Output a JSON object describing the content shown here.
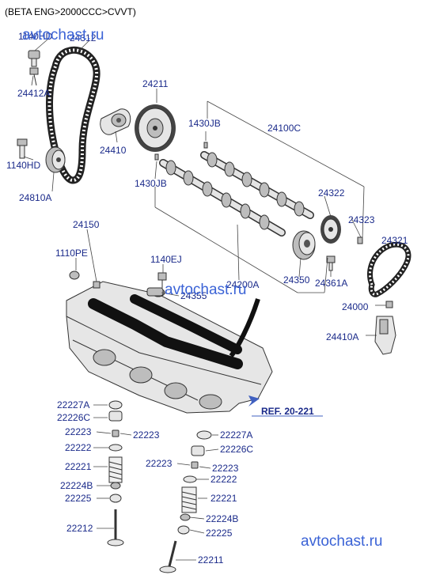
{
  "header": "(BETA ENG>2000CCC>CVVT)",
  "watermark": "avtochast.ru",
  "reference": "REF. 20-221",
  "labels": {
    "p1140hd_top": "1140HD",
    "p24312": "24312",
    "p24412a": "24412A",
    "p24211": "24211",
    "p24410": "24410",
    "p1430jb_top": "1430JB",
    "p24100c": "24100C",
    "p1140hd": "1140HD",
    "p24810a": "24810A",
    "p1430jb": "1430JB",
    "p24322": "24322",
    "p24323": "24323",
    "p24150": "24150",
    "p24321": "24321",
    "p1110pe": "1110PE",
    "p1140ej": "1140EJ",
    "p24200a": "24200A",
    "p24350": "24350",
    "p24361a": "24361A",
    "p24355": "24355",
    "p24000": "24000",
    "p24410a": "24410A",
    "p22227a_l": "22227A",
    "p22226c_l": "22226C",
    "p22223_l": "22223",
    "p22223_m": "22223",
    "p22227a_r": "22227A",
    "p22222_l": "22222",
    "p22226c_r": "22226C",
    "p22221_l": "22221",
    "p22223_r": "22223",
    "p22223_r2": "22223",
    "p22222_r": "22222",
    "p22224b_l": "22224B",
    "p22225_l": "22225",
    "p22221_r": "22221",
    "p22212": "22212",
    "p22224b_r": "22224B",
    "p22225_r": "22225",
    "p22211": "22211"
  }
}
